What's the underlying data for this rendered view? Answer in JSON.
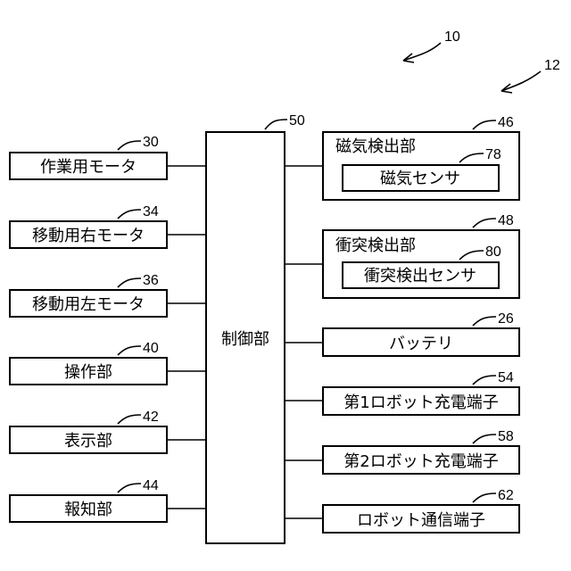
{
  "refs": {
    "system": "10",
    "robot": "12"
  },
  "control_unit": {
    "label": "制御部",
    "ref": "50"
  },
  "left_blocks": [
    {
      "label": "作業用モータ",
      "ref": "30"
    },
    {
      "label": "移動用右モータ",
      "ref": "34"
    },
    {
      "label": "移動用左モータ",
      "ref": "36"
    },
    {
      "label": "操作部",
      "ref": "40"
    },
    {
      "label": "表示部",
      "ref": "42"
    },
    {
      "label": "報知部",
      "ref": "44"
    }
  ],
  "right_blocks": [
    {
      "label": "磁気検出部",
      "ref": "46",
      "inner": {
        "label": "磁気センサ",
        "ref": "78"
      }
    },
    {
      "label": "衝突検出部",
      "ref": "48",
      "inner": {
        "label": "衝突検出センサ",
        "ref": "80"
      }
    },
    {
      "label": "バッテリ",
      "ref": "26"
    },
    {
      "label": "第1ロボット充電端子",
      "ref": "54"
    },
    {
      "label": "第2ロボット充電端子",
      "ref": "58"
    },
    {
      "label": "ロボット通信端子",
      "ref": "62"
    }
  ]
}
